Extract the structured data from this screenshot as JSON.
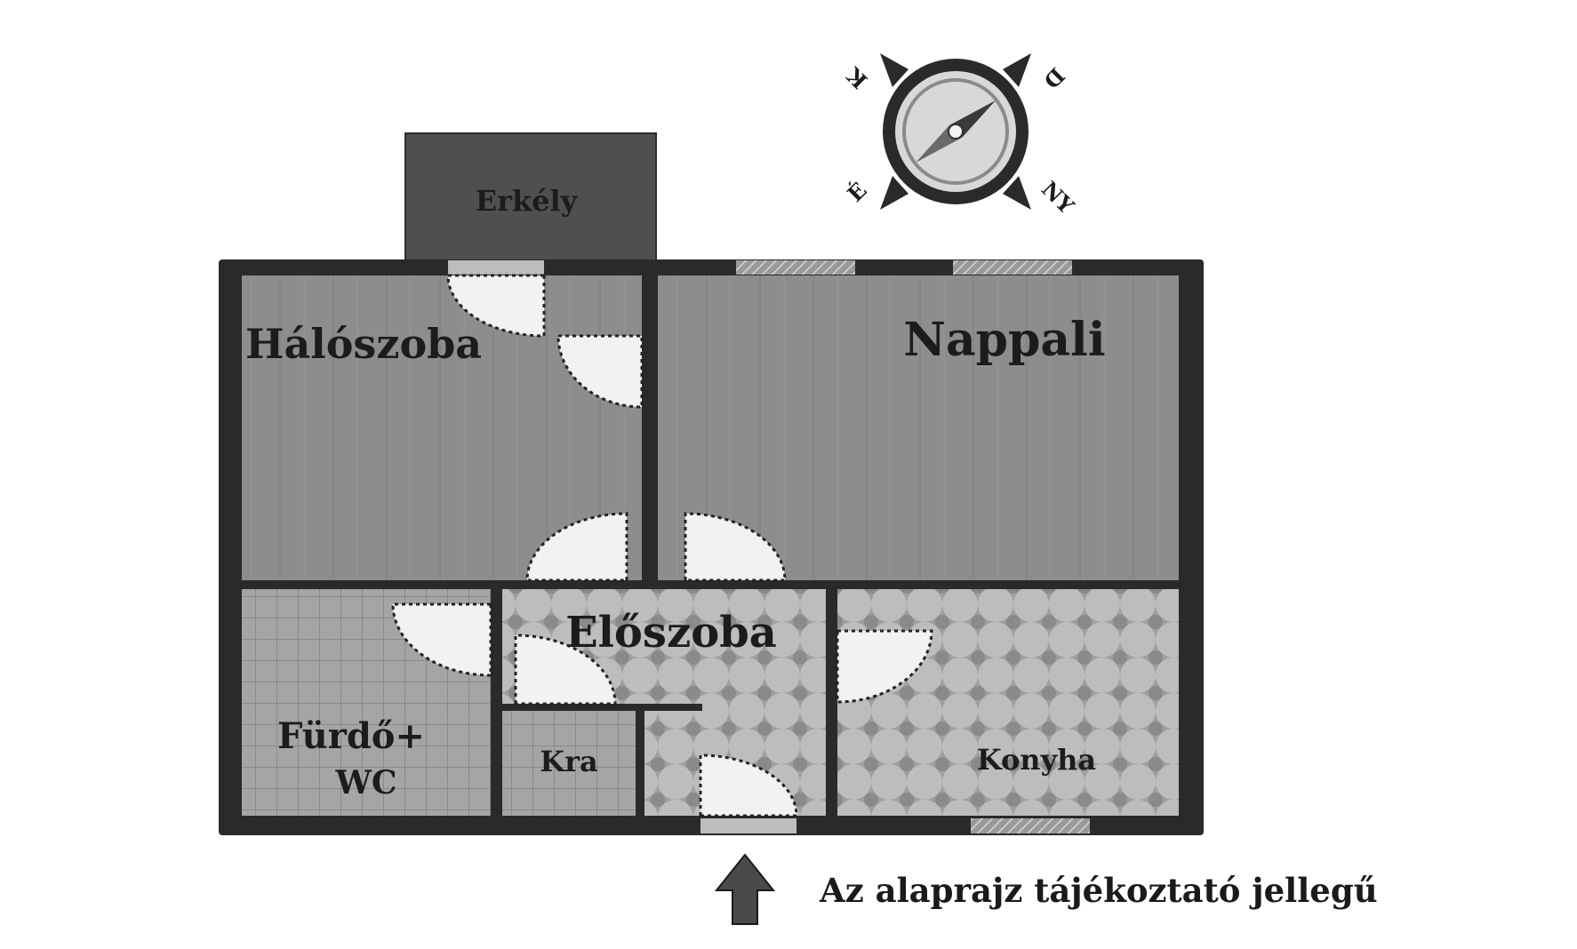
{
  "rooms": {
    "erkely": "Erkély",
    "haloszoba": "Hálószoba",
    "nappali": "Nappali",
    "eloszoba": "Előszoba",
    "furdo_line1": "Fürdő+",
    "furdo_line2": "WC",
    "kamra": "Kra",
    "konyha": "Konyha"
  },
  "compass": {
    "top_left": "K",
    "top_right": "D",
    "bottom_left": "É",
    "bottom_right": "NY"
  },
  "caption": "Az alaprajz tájékoztató jellegű",
  "colors": {
    "wall": "#2a2a2a",
    "wood_floor": "#8d8d8d",
    "balcony": "#4f4f4f",
    "tile_floor": "#aaaaaa",
    "door_swing": "#f2f2f2",
    "arrow": "#4a4a4a"
  }
}
